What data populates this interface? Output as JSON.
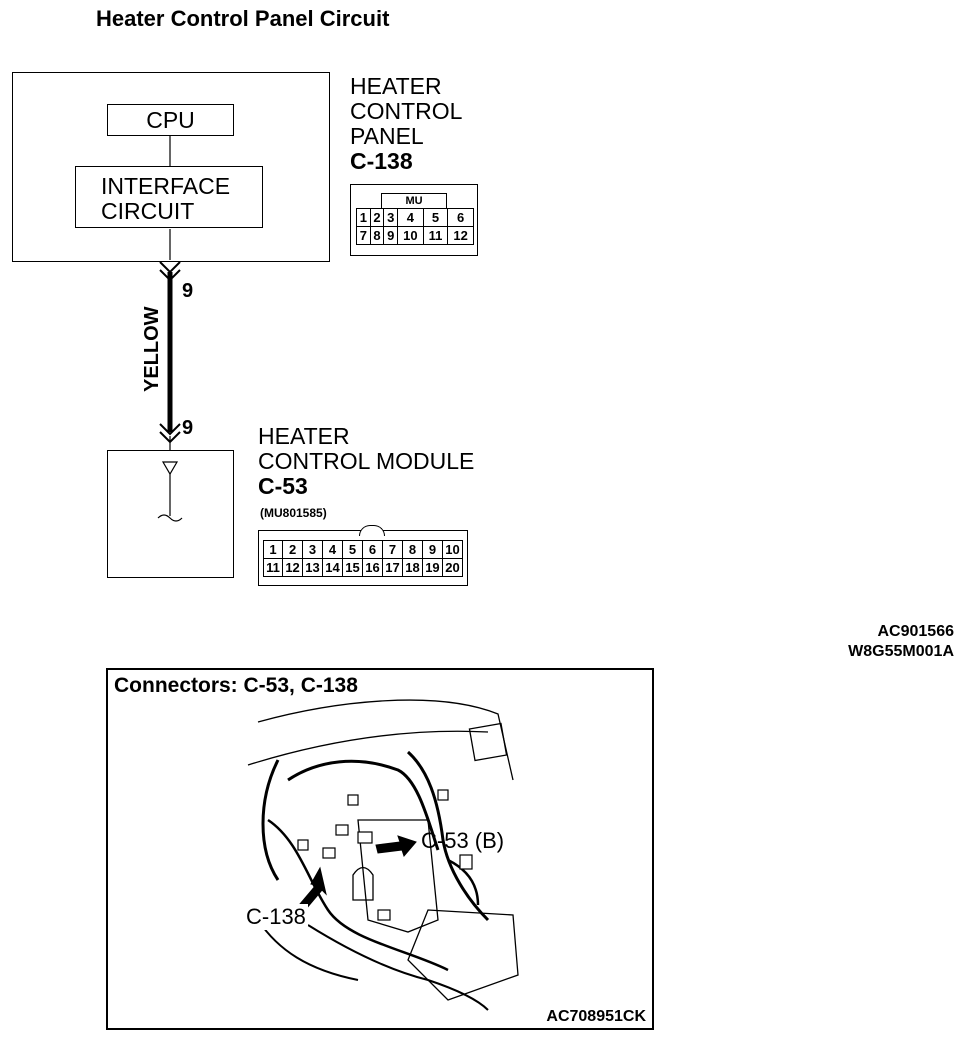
{
  "title": "Heater Control Panel Circuit",
  "panel": {
    "cpu_label": "CPU",
    "interface_label": [
      "INTERFACE",
      "CIRCUIT"
    ],
    "name_lines": [
      "HEATER",
      "CONTROL",
      "PANEL"
    ],
    "connector_id": "C-138",
    "connector_type": "MU",
    "pins_row1": [
      "1",
      "2",
      "3",
      "4",
      "5",
      "6"
    ],
    "pins_row2": [
      "7",
      "8",
      "9",
      "10",
      "11",
      "12"
    ]
  },
  "wire": {
    "color_label": "YELLOW",
    "pin_top": "9",
    "pin_bottom": "9"
  },
  "module": {
    "name_lines": [
      "HEATER",
      "CONTROL MODULE"
    ],
    "connector_id": "C-53",
    "part_number": "(MU801585)",
    "pins_row1": [
      "1",
      "2",
      "3",
      "4",
      "5",
      "6",
      "7",
      "8",
      "9",
      "10"
    ],
    "pins_row2": [
      "11",
      "12",
      "13",
      "14",
      "15",
      "16",
      "17",
      "18",
      "19",
      "20"
    ]
  },
  "codes": {
    "line1": "AC901566",
    "line2": "W8G55M001A"
  },
  "locator": {
    "caption": "Connectors: C-53, C-138",
    "label_c53": "C-53 (B)",
    "label_c138": "C-138",
    "figure_code": "AC708951CK"
  }
}
